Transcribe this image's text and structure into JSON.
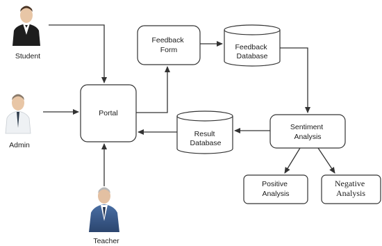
{
  "actors": {
    "student": "Student",
    "admin": "Admin",
    "teacher": "Teacher"
  },
  "nodes": {
    "portal": "Portal",
    "feedback_form": [
      "Feedback",
      "Form"
    ],
    "feedback_database": [
      "Feedback",
      "Database"
    ],
    "sentiment_analysis": [
      "Sentiment",
      "Analysis"
    ],
    "result_database": [
      "Result",
      "Database"
    ],
    "positive_analysis": [
      "Positive",
      "Analysis"
    ],
    "negative_analysis": [
      "Negative",
      "Analysis"
    ]
  }
}
